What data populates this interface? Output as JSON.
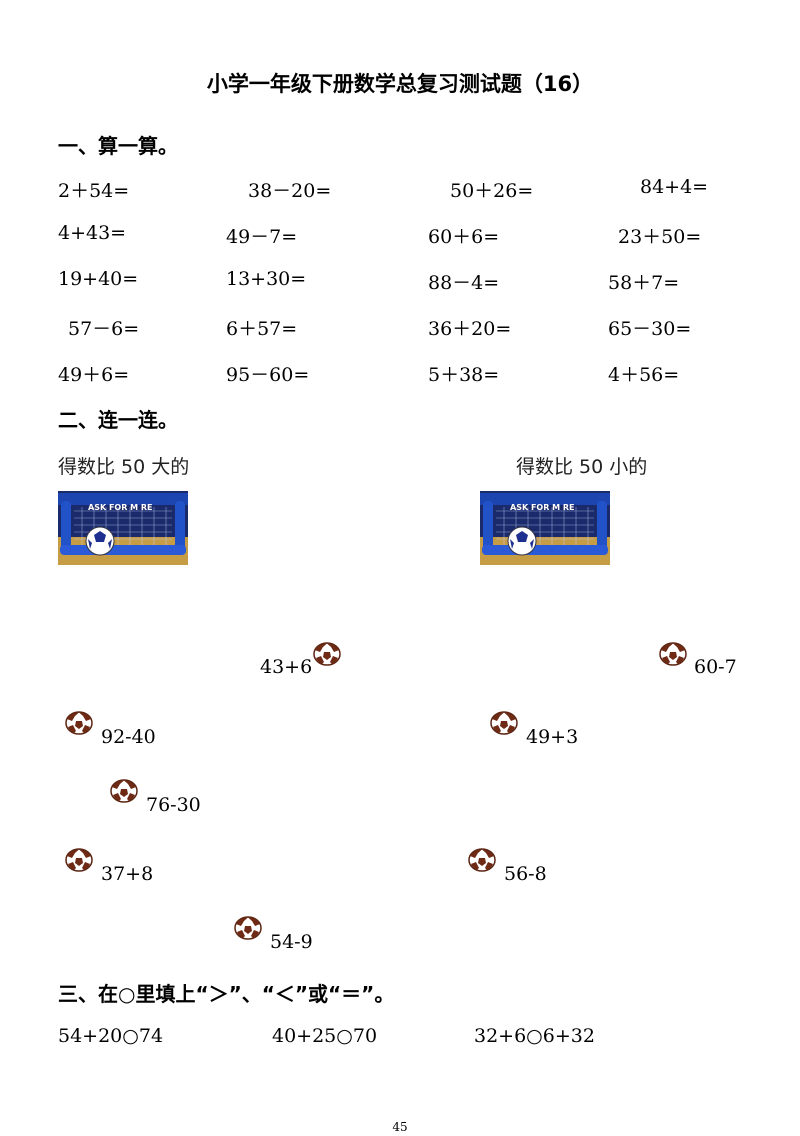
{
  "title": "小学一年级下册数学总复习测试题（16）",
  "section1": {
    "heading": "一、算一算。",
    "rows": [
      [
        "2＋54=",
        "38－20=",
        "50＋26=",
        "84+4="
      ],
      [
        "4+43=",
        "49－7=",
        "60＋6=",
        "23＋50="
      ],
      [
        "19+40=",
        "13+30=",
        "88－4=",
        "58＋7="
      ],
      [
        "57－6=",
        "6＋57=",
        "36＋20=",
        "65－30="
      ],
      [
        "49＋6=",
        "95－60=",
        "5＋38=",
        "4＋56="
      ]
    ]
  },
  "section2": {
    "heading": "二、连一连。",
    "left_label": "得数比 50 大的",
    "right_label": "得数比 50 小的",
    "goal_banner": "ASK FOR M RE",
    "balls": [
      "43+6",
      "60-7",
      "92-40",
      "49+3",
      "76-30",
      "37+8",
      "56-8",
      "54-9"
    ]
  },
  "section3": {
    "heading": "三、在○里填上“＞”、“＜”或“＝”。",
    "items": [
      "54+20○74",
      "40+25○70",
      "32+6○6+32"
    ]
  },
  "page_number": "45",
  "colors": {
    "goal_blue": "#1d45b0",
    "goal_floor": "#c69d45",
    "ball_brown": "#6e2a14"
  }
}
